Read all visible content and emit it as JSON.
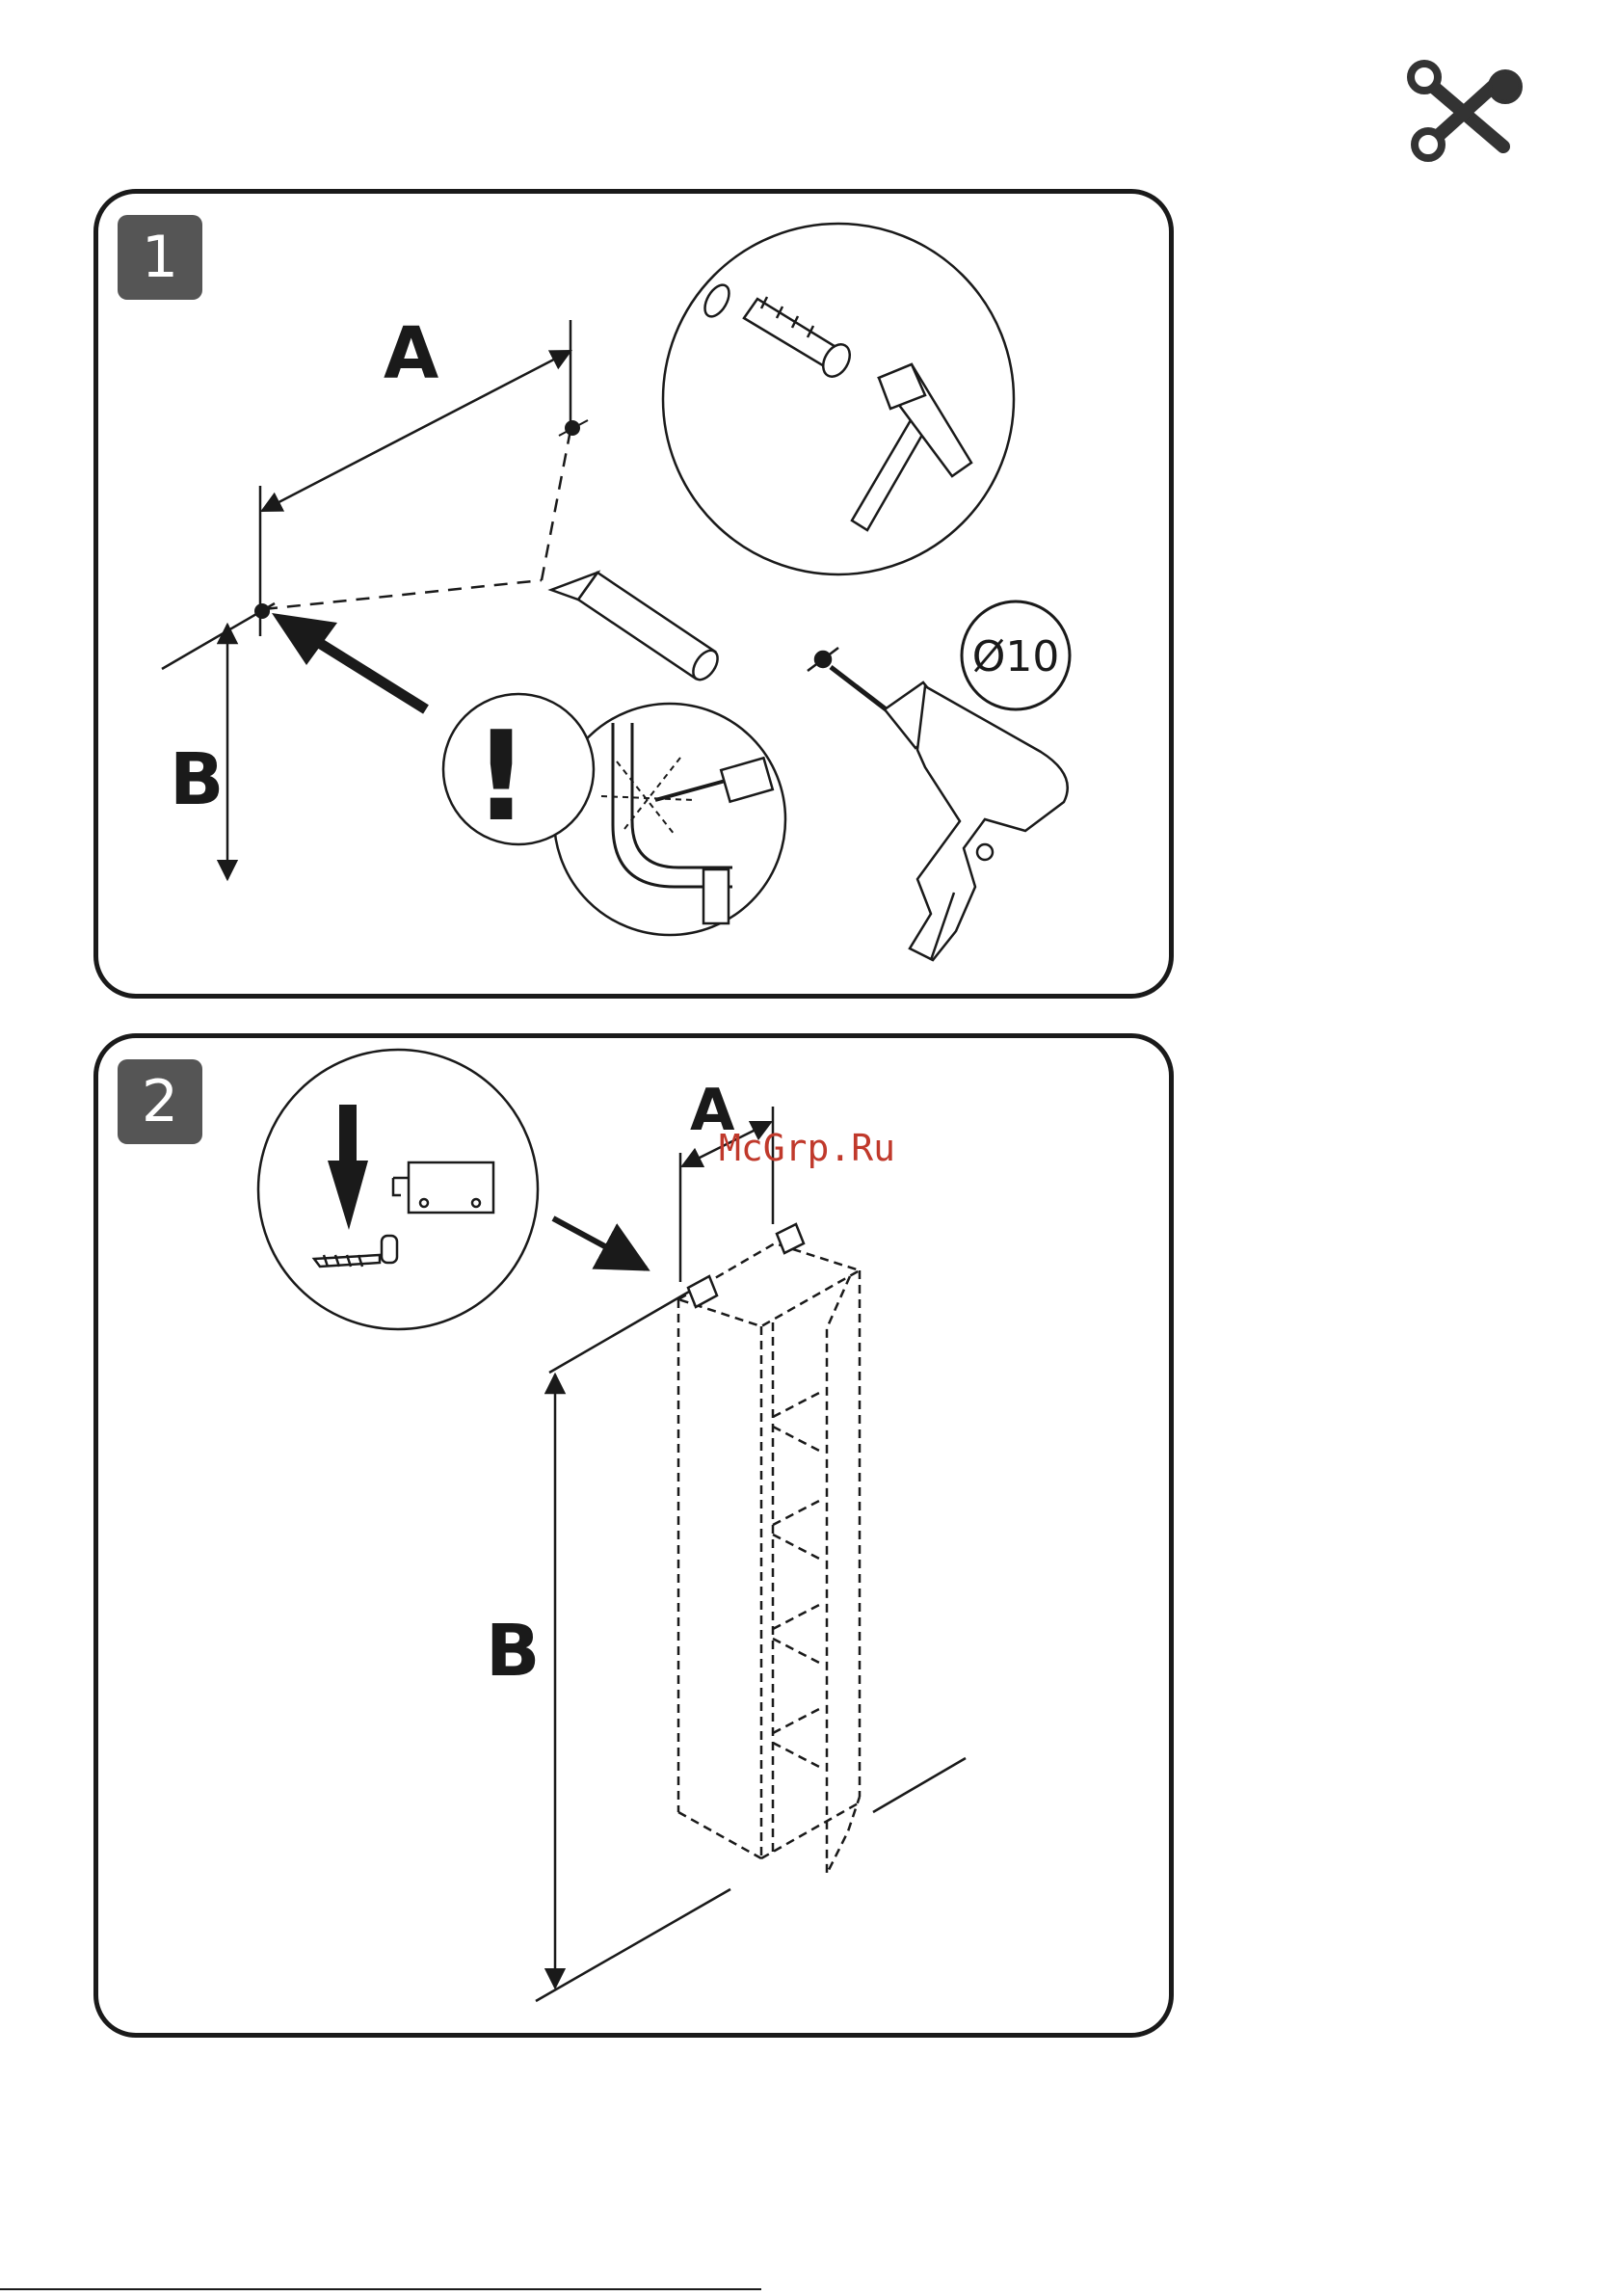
{
  "header": {
    "tools_icon": "wrench-screwdriver-icon"
  },
  "step1": {
    "number": "1",
    "label_a": "A",
    "label_b": "B",
    "warning": "!",
    "drill_size": "Ø10",
    "icons": [
      "pencil-icon",
      "wall-plug-icon",
      "hammer-icon",
      "drill-icon",
      "pipe-warning-icon"
    ]
  },
  "step2": {
    "number": "2",
    "label_a": "A",
    "label_b": "B",
    "icons": [
      "wall-bracket-icon",
      "screw-icon",
      "cabinet-outline-icon"
    ]
  },
  "watermark": "McGrp.Ru",
  "colors": {
    "badge": "#555555",
    "line": "#1a1a1a",
    "watermark": "#c0392b"
  }
}
